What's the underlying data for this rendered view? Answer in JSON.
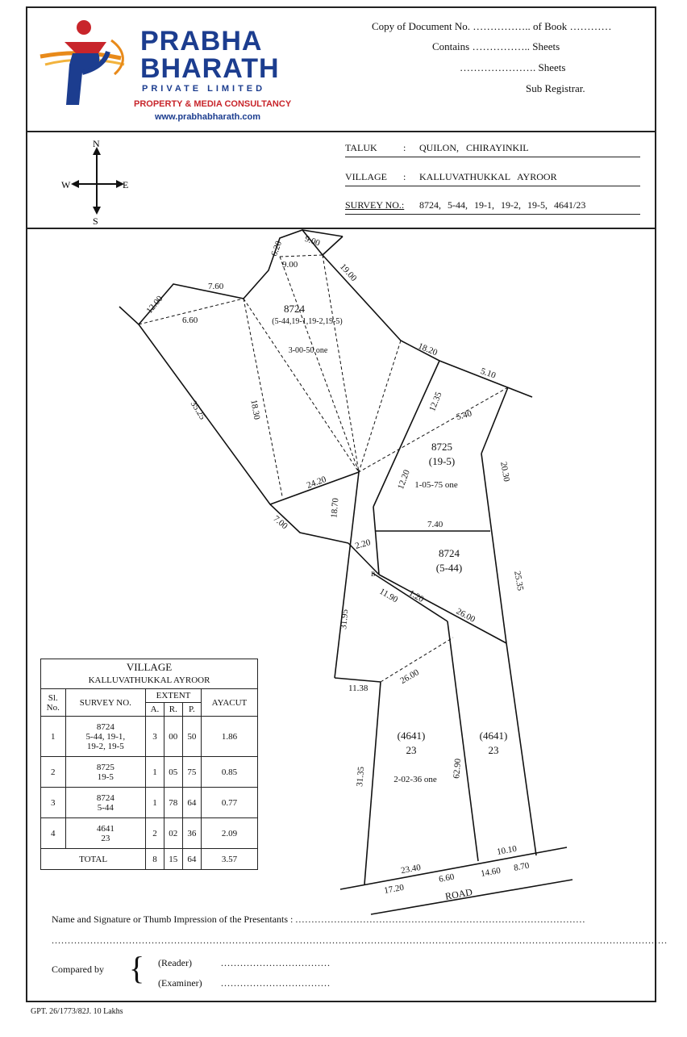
{
  "brand": {
    "name_line1": "PRABHA",
    "name_line2": "BHARATH",
    "tagline": "PRIVATE LIMITED",
    "service": "PROPERTY & MEDIA CONSULTANCY",
    "website": "www.prabhabharath.com",
    "colors": {
      "blue": "#1c3d8f",
      "red": "#c8252b",
      "orange": "#e88a1a"
    }
  },
  "header": {
    "copy_doc": "Copy of Document No. …………….. of Book …………",
    "contains": "Contains …………….. Sheets",
    "sheets2": "…………………. Sheets",
    "sub_registrar": "Sub Registrar."
  },
  "compass": {
    "n": "N",
    "s": "S",
    "e": "E",
    "w": "W"
  },
  "info": {
    "taluk_label": "TALUK",
    "taluk_value": "QUILON, CHIRAYINKIL",
    "village_label": "VILLAGE",
    "village_value": "KALLUVATHUKKAL AYROOR",
    "survey_label": "SURVEY NO.:",
    "survey_value": "8724, 5-44, 19-1, 19-2, 19-5, 4641/23",
    "colon": ":"
  },
  "plan": {
    "m_12_00": "12.00",
    "m_7_60": "7.60",
    "m_6_20": "6.20",
    "m_9_00a": "9.00",
    "m_9_00b": "9.00",
    "m_19_00": "19.00",
    "m_6_60": "6.60",
    "m_35_25": "35.25",
    "m_18_30": "18.30",
    "m_24_20": "24.20",
    "m_18_20": "18.20",
    "m_5_10": "5.10",
    "m_12_35": "12.35",
    "m_5_40": "5.40",
    "m_12_20": "12.20",
    "m_20_30": "20.30",
    "m_7_00": "7.00",
    "m_18_70": "18.70",
    "m_7_40": "7.40",
    "m_2_20": "2.20",
    "m_1_20": "1.20",
    "m_11_90": "11.90",
    "m_26_00a": "26.00",
    "m_25_35": "25.35",
    "m_31_95": "31.95",
    "m_26_00b": "26.00",
    "m_11_38": "11.38",
    "m_31_35": "31.35",
    "m_62_90": "62.90",
    "m_23_40": "23.40",
    "m_10_10": "10.10",
    "m_6_60b": "6.60",
    "m_14_60": "14.60",
    "m_8_70": "8.70",
    "m_17_20": "17.20",
    "m_b": "B",
    "p1_no": "8724",
    "p1_sub": "(5-44,19-1,19-2,19-5)",
    "p1_area": "3-00-50 one",
    "p2_no": "8725",
    "p2_sub": "(19-5)",
    "p2_area": "1-05-75 one",
    "p3_no": "8724",
    "p3_sub": "(5-44)",
    "p4_no": "(4641)",
    "p4_sub": "23",
    "p4_area": "2-02-36 one",
    "p5_no": "(4641)",
    "p5_sub": "23",
    "road": "ROAD"
  },
  "table": {
    "title1": "VILLAGE",
    "title2": "KALLUVATHUKKAL AYROOR",
    "h_sl": "Sl.",
    "h_no": "No.",
    "h_survey": "SURVEY NO.",
    "h_extent": "EXTENT",
    "h_a": "A.",
    "h_r": "R.",
    "h_p": "P.",
    "h_ayacut": "AYACUT",
    "rows": [
      {
        "sl": "1",
        "s1": "8724",
        "s2": "5-44, 19-1,",
        "s3": "19-2, 19-5",
        "a": "3",
        "r": "00",
        "p": "50",
        "ay": "1.86"
      },
      {
        "sl": "2",
        "s1": "8725",
        "s2": "19-5",
        "a": "1",
        "r": "05",
        "p": "75",
        "ay": "0.85"
      },
      {
        "sl": "3",
        "s1": "8724",
        "s2": "5-44",
        "a": "1",
        "r": "78",
        "p": "64",
        "ay": "0.77"
      },
      {
        "sl": "4",
        "s1": "4641",
        "s2": "23",
        "a": "2",
        "r": "02",
        "p": "36",
        "ay": "2.09"
      }
    ],
    "total_label": "TOTAL",
    "t_a": "8",
    "t_r": "15",
    "t_p": "64",
    "t_ay": "3.57"
  },
  "footer": {
    "presentants": "Name and Signature or Thumb Impression of the Presentants :",
    "compared_by": "Compared by",
    "reader": "(Reader)",
    "examiner": "(Examiner)",
    "gpt": "GPT. 26/1773/82J. 10 Lakhs"
  }
}
